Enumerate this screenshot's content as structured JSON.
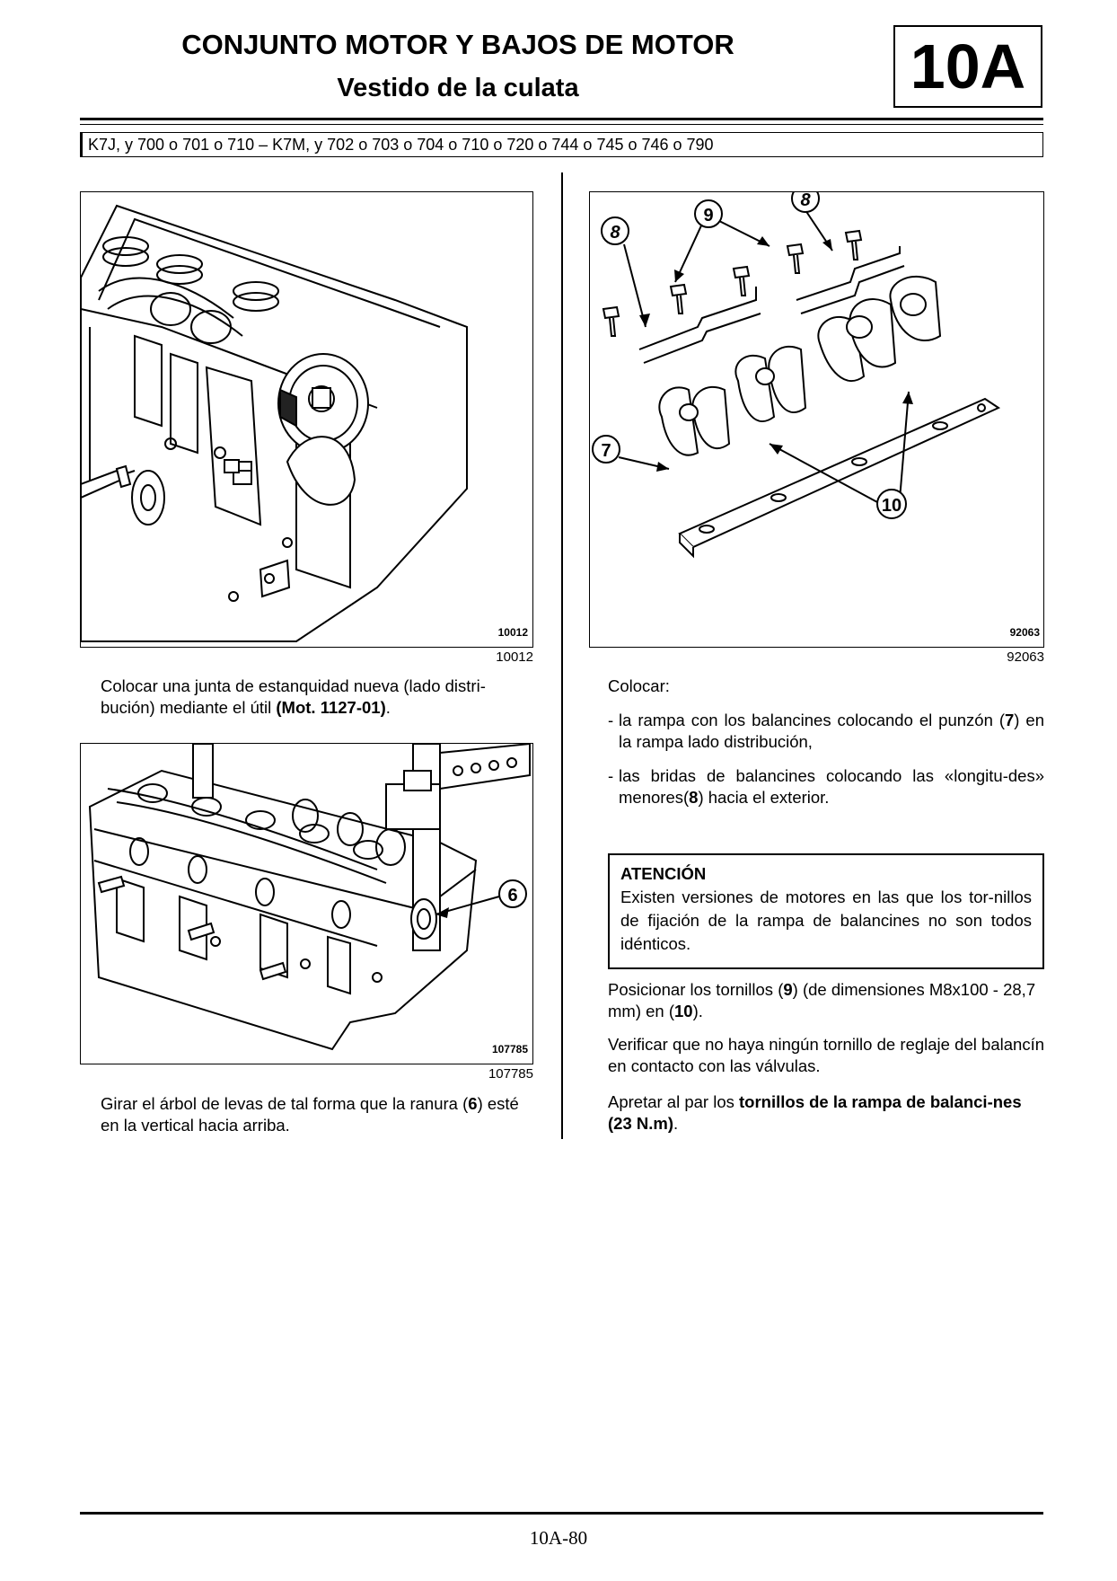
{
  "header": {
    "title": "CONJUNTO MOTOR Y BAJOS DE MOTOR",
    "subtitle": "Vestido de la culata",
    "section": "10A",
    "applicability": "K7J, y 700 o 701 o 710 – K7M, y 702 o 703 o 704 o 710 o 720 o 744 o 745 o 746 o 790"
  },
  "left": {
    "figure1": {
      "tag": "10012",
      "number": "10012"
    },
    "para1": {
      "text_a": "Colocar una junta de estanquidad nueva (lado distri-bución) mediante el útil ",
      "bold": "(Mot. 1127-01)",
      "text_b": "."
    },
    "figure2": {
      "tag": "107785",
      "number": "107785",
      "callout": "6"
    },
    "para2": {
      "text_a": "Girar el árbol de levas de tal forma que la ranura (",
      "bold": "6",
      "text_b": ") esté en la vertical hacia arriba."
    }
  },
  "right": {
    "figure3": {
      "tag": "92063",
      "number": "92063",
      "callouts": {
        "c8a": "8",
        "c9": "9",
        "c8b": "8",
        "c7": "7",
        "c10": "10"
      }
    },
    "intro": "Colocar:",
    "bullet1": {
      "dash": "-",
      "text_a": "la rampa con los balancines colocando el punzón (",
      "bold": "7",
      "text_b": ") en la rampa lado distribución,"
    },
    "bullet2": {
      "dash": "-",
      "text_a": "las bridas de balancines colocando las «longitu-des» menores(",
      "bold": "8",
      "text_b": ") hacia el exterior."
    },
    "warning": {
      "title": "ATENCIÓN",
      "body": "Existen versiones de motores en las que los tor-nillos de fijación de la rampa de balancines no son todos idénticos."
    },
    "para3": {
      "text_a": "Posicionar los tornillos (",
      "bold1": "9",
      "text_b": ") (de dimensiones M8x100 - 28,7 mm) en (",
      "bold2": "10",
      "text_c": ")."
    },
    "para4": "Verificar que no haya ningún tornillo de reglaje del balancín en contacto con las válvulas.",
    "para5": {
      "text_a": "Apretar al par los ",
      "bold": "tornillos de la rampa de balanci-nes (23 N.m)",
      "text_b": "."
    }
  },
  "footer": {
    "page": "10A-80"
  }
}
